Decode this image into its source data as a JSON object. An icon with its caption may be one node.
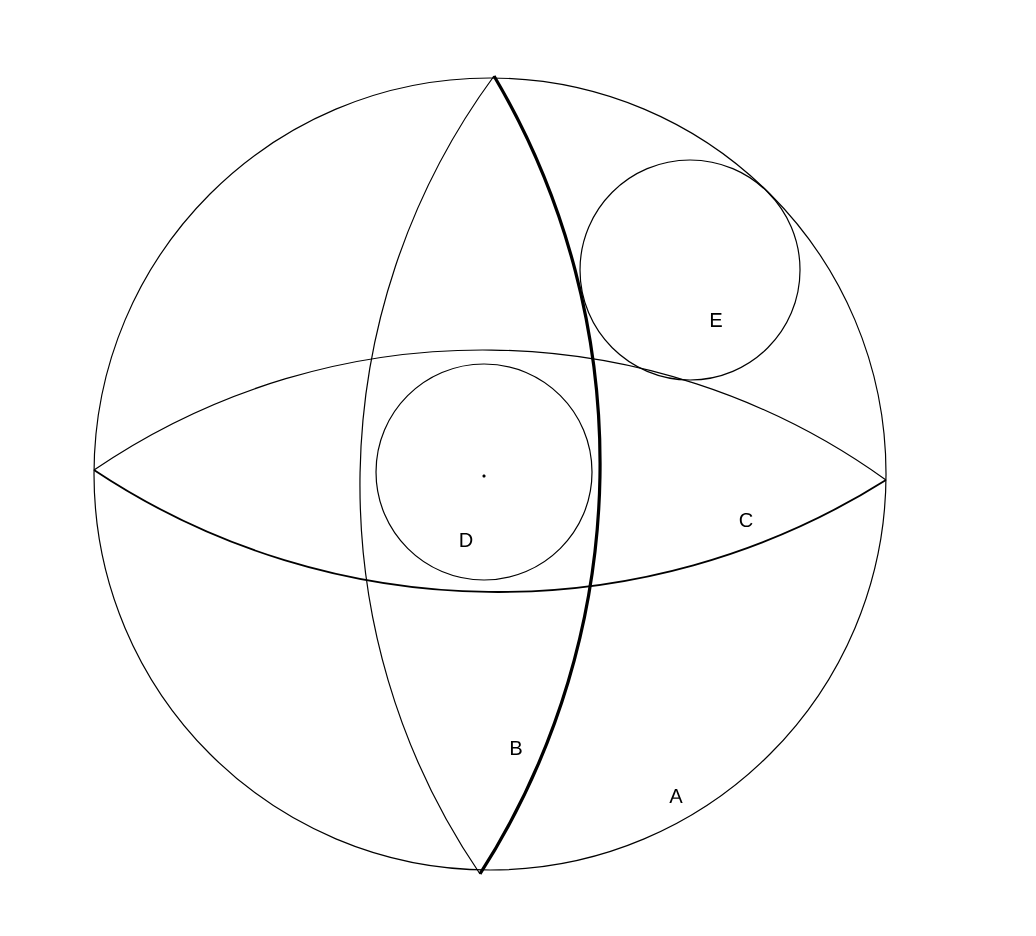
{
  "diagram": {
    "nodes": [
      {
        "text": [
          "A"
        ]
      },
      {
        "text": [
          "B"
        ],
        "in": 0
      },
      {
        "text": [
          "C"
        ],
        "in": 0
      },
      {
        "text": [
          "D"
        ]
      },
      {
        "text": [
          "E"
        ],
        "in": 0
      }
    ]
  }
}
